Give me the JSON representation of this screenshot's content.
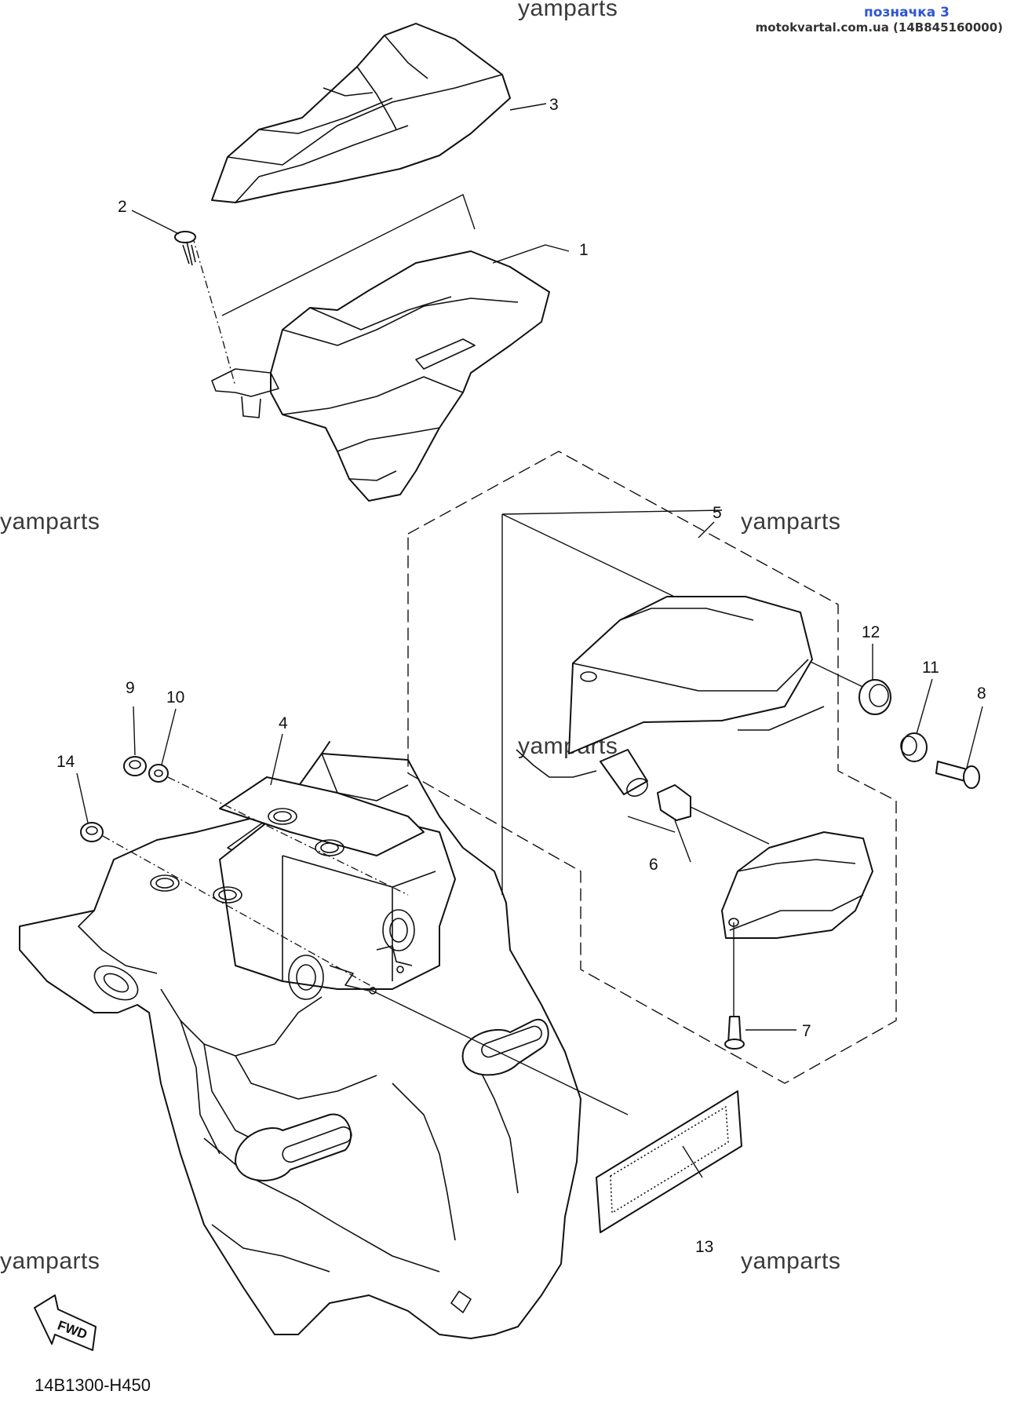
{
  "header": {
    "label": "позначка 3",
    "site": "motokvartal.com.ua (14B845160000)"
  },
  "watermarks": [
    "yamparts",
    "yamparts",
    "yamparts",
    "yamparts",
    "yamparts",
    "yamparts"
  ],
  "diagram_code": "14B1300-H450",
  "fwd_label": "FWD",
  "callouts": [
    "1",
    "2",
    "3",
    "4",
    "5",
    "6",
    "7",
    "8",
    "9",
    "10",
    "11",
    "12",
    "13",
    "14"
  ]
}
